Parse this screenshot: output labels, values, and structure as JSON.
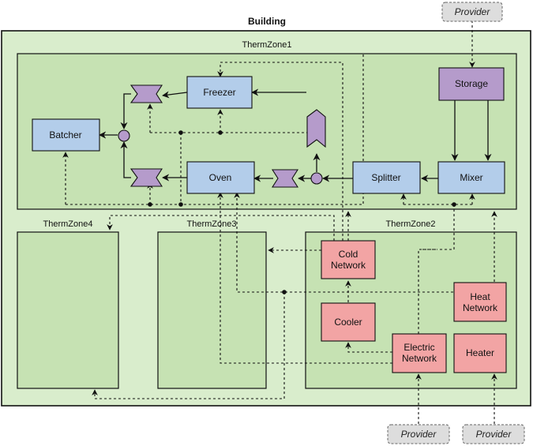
{
  "building": {
    "title": "Building"
  },
  "zones": {
    "z1": "ThermZone1",
    "z2": "ThermZone2",
    "z3": "ThermZone3",
    "z4": "ThermZone4"
  },
  "nodes": {
    "freezer": "Freezer",
    "batcher": "Batcher",
    "oven": "Oven",
    "storage": "Storage",
    "splitter": "Splitter",
    "mixer": "Mixer",
    "cold_network_1": "Cold",
    "cold_network_2": "Network",
    "cooler": "Cooler",
    "heat_network_1": "Heat",
    "heat_network_2": "Network",
    "electric_network_1": "Electric",
    "electric_network_2": "Network",
    "heater": "Heater"
  },
  "providers": {
    "top": "Provider",
    "bottom_left": "Provider",
    "bottom_right": "Provider"
  },
  "colors": {
    "zone_fill": "#c9e4b6",
    "building_fill": "#d9edcc",
    "blue_box": "#b3cdea",
    "purple_box": "#b59bcb",
    "red_box": "#f2a4a4",
    "provider_fill": "#dddddd"
  }
}
